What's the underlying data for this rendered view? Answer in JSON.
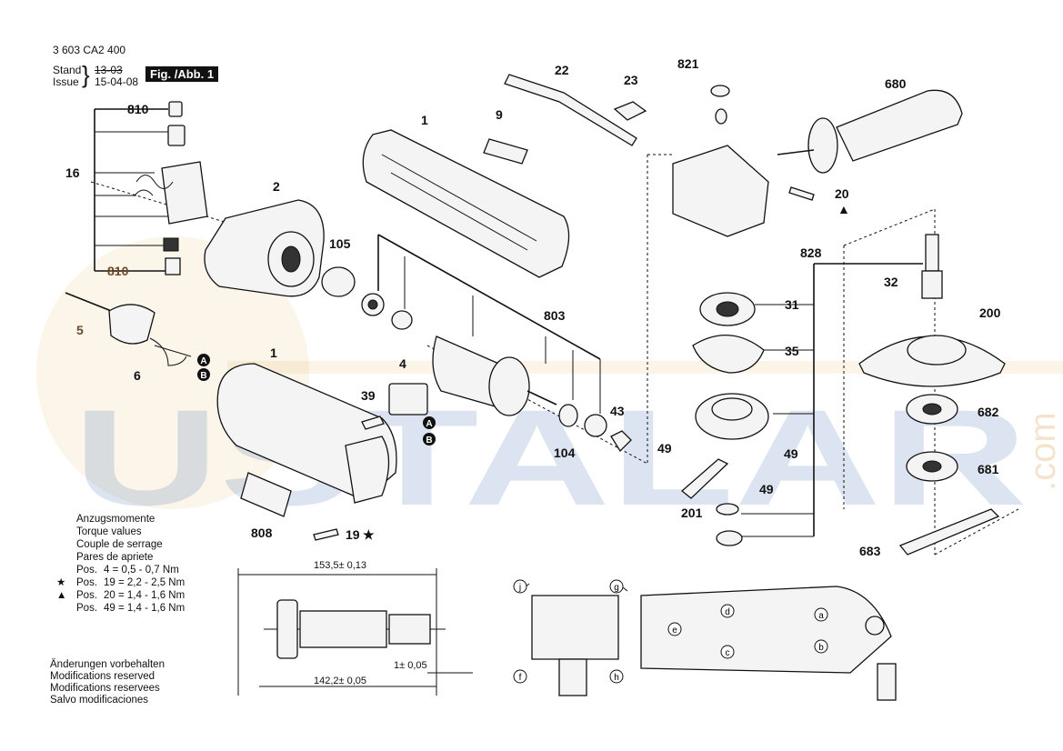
{
  "header": {
    "part_number": "3 603 CA2 400",
    "stand_label": "Stand",
    "issue_label": "Issue",
    "old_date": "13-03",
    "issue_date": "15-04-08",
    "figure_label": "Fig. /Abb. 1"
  },
  "torque": {
    "title_lines": [
      "Anzugsmomente",
      "Torque values",
      "Couple de serrage",
      "Pares de apriete"
    ],
    "rows": [
      {
        "symbol": "",
        "pos": "Pos.",
        "text": "4 = 0,5 - 0,7 Nm"
      },
      {
        "symbol": "★",
        "pos": "Pos.",
        "text": "19 = 2,2 - 2,5 Nm"
      },
      {
        "symbol": "▲",
        "pos": "Pos.",
        "text": "20 = 1,4 - 1,6 Nm"
      },
      {
        "symbol": "",
        "pos": "Pos.",
        "text": "49 = 1,4 - 1,6 Nm"
      }
    ]
  },
  "modifications": [
    "Änderungen vorbehalten",
    "Modifications reserved",
    "Modifications reservees",
    "Salvo modificaciones"
  ],
  "dimensions": {
    "overall": "153,5± 0,13",
    "inner": "142,2± 0,05",
    "gap": "1± 0,05"
  },
  "parts": {
    "p810a": "810",
    "p810b": "810",
    "p16": "16",
    "p5": "5",
    "p6": "6",
    "p2": "2",
    "p105": "105",
    "p1a": "1",
    "p9": "9",
    "p22": "22",
    "p23": "23",
    "p821": "821",
    "p680": "680",
    "p20": "20",
    "p828": "828",
    "p32": "32",
    "p31": "31",
    "p35": "35",
    "p200": "200",
    "p803": "803",
    "p1b": "1",
    "p4": "4",
    "p39": "39",
    "p43": "43",
    "p104": "104",
    "p49a": "49",
    "p49b": "49",
    "p49c": "49",
    "p682": "682",
    "p681": "681",
    "p201": "201",
    "p683": "683",
    "p808": "808",
    "p19": "19"
  },
  "markers": {
    "a": "a",
    "b": "b",
    "c": "c",
    "d": "d",
    "e": "e",
    "f": "f",
    "g": "g",
    "h": "h",
    "j": "j",
    "A": "A",
    "B": "B"
  },
  "watermark": {
    "text": "USTALAR",
    "com": ".com"
  }
}
